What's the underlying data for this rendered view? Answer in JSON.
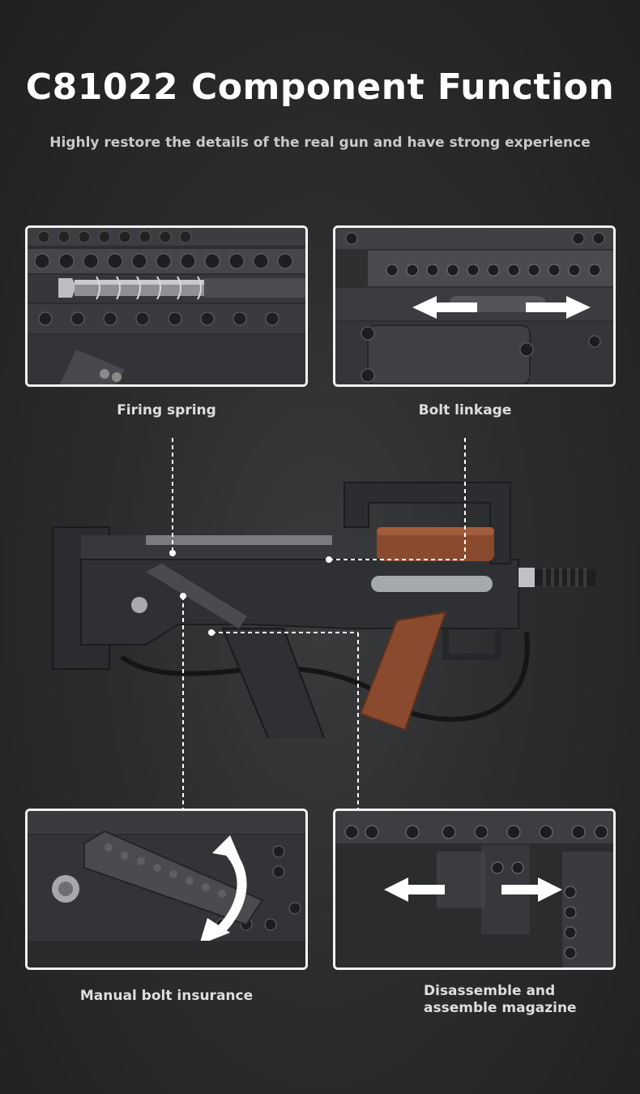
{
  "header": {
    "title": "C81022 Component Function",
    "subtitle": "Highly restore the details of the real gun and have strong experience"
  },
  "components": [
    {
      "label": "Firing spring"
    },
    {
      "label": "Bolt linkage"
    },
    {
      "label": "Manual bolt insurance"
    },
    {
      "label": "Disassemble and\nassemble magazine"
    }
  ],
  "colors": {
    "background": "#2b2c2e",
    "panel_border": "#f2f2f2",
    "brick_dark": "#3a3b3e",
    "brick_brown": "#8a4a2e",
    "callout_line": "#ffffff"
  }
}
